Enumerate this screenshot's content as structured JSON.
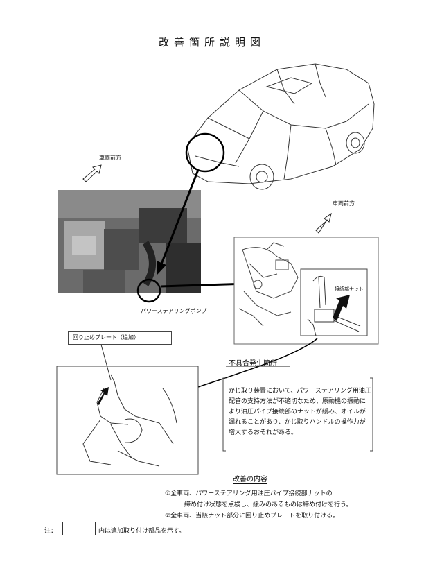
{
  "title": "改善箇所説明図",
  "labels": {
    "front_left": "車両前方",
    "front_right": "車両前方",
    "pump": "パワーステアリングポンプ",
    "nut": "接続部ナット",
    "plate": "回り止めプレート（追加）",
    "defect_heading": "不具合発生箇所"
  },
  "defect_description": "かじ取り装置において、パワーステアリング用油圧配管の支持方法が不適切なため、原動機の振動により油圧パイプ接続部のナットが緩み、オイルが漏れることがあり、かじ取りハンドルの操作力が増大するおそれがある。",
  "improvement": {
    "heading": "改善の内容",
    "item1_line1": "①全車両、パワーステアリング用油圧パイプ接続部ナットの",
    "item1_line2": "締め付け状態を点検し、緩みのあるものは締め付けを行う。",
    "item2": "②全車両、当該ナット部分に回り止めプレートを取り付ける。"
  },
  "note": {
    "prefix": "注：",
    "text": "内は追加取り付け部品を示す。"
  }
}
